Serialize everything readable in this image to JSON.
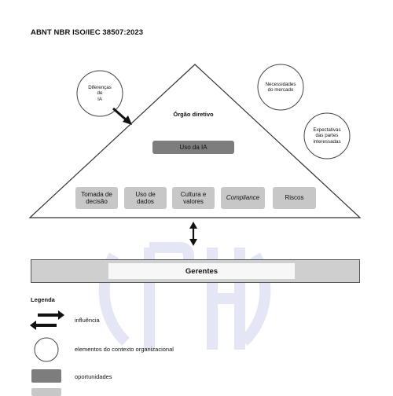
{
  "title": "ABNT NBR ISO/IEC 38507:2023",
  "context_circles": {
    "diferencas": "Diferenças\nde\nIA",
    "necessidades": "Necessidades\ndo mercado",
    "expectativas": "Expectativas\ndas partes\ninteressadas"
  },
  "organ": {
    "title": "Órgão diretivo",
    "uso_ia": "Uso da IA",
    "areas": [
      "Tomada de\ndecisão",
      "Uso de\ndados",
      "Cultura e\nvalores",
      "Compliance",
      "Riscos"
    ]
  },
  "gerentes": "Gerentes",
  "legend": {
    "title": "Legenda",
    "influence": "influência",
    "context": "elementos do contexto organizacional",
    "opportunities": "oportunidades"
  },
  "colors": {
    "dark_gray": "#7d7d7d",
    "light_gray": "#c7c7c7",
    "watermark": "#6f74c9"
  },
  "icons": {
    "watermark": "abnt-logo-watermark",
    "influence": "double-arrow-icon"
  }
}
